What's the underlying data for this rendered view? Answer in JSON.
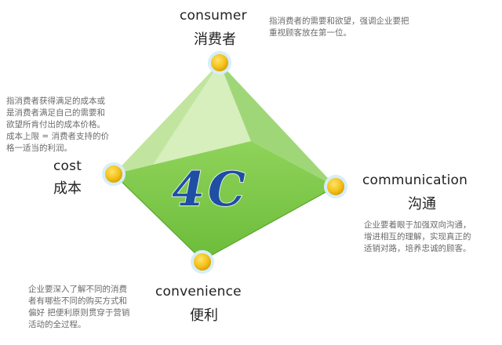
{
  "center_label": "4C",
  "nodes": {
    "consumer": {
      "en": "consumer",
      "cn": "消费者",
      "desc": [
        "指消费者的需要和欲望，强调企业要把",
        "重视顾客放在第一位。"
      ]
    },
    "cost": {
      "en": "cost",
      "cn": "成本",
      "desc": [
        "指消费者获得满足的成本或",
        "是消费者满足自己的需要和",
        "欲望所肯付出的成本价格。",
        "成本上限 = 消费者支持的价",
        "格一适当的利润。"
      ]
    },
    "communication": {
      "en": "communication",
      "cn": "沟通",
      "desc": [
        "企业要着眼于加强双向沟通，",
        "增进相互的理解，实现真正的",
        "适销对路，培养忠诚的顾客。"
      ]
    },
    "convenience": {
      "en": "convenience",
      "cn": "便利",
      "desc": [
        "企业要深入了解不同的消费",
        "者有哪些不同的购买方式和",
        "偏好 把便利原则贯穿于营销",
        "活动的全过程。"
      ]
    }
  },
  "colors": {
    "face_light": "#c6e6a4",
    "face_mid": "#a4d97c",
    "face_base": "#86cc50",
    "face_base_dark": "#6ab838",
    "center_text": "#1f4fa3",
    "node_fill": "#f3c21a",
    "node_ring": "#cde8f3",
    "desc_text": "#6b6b6b",
    "label_text": "#222222"
  }
}
